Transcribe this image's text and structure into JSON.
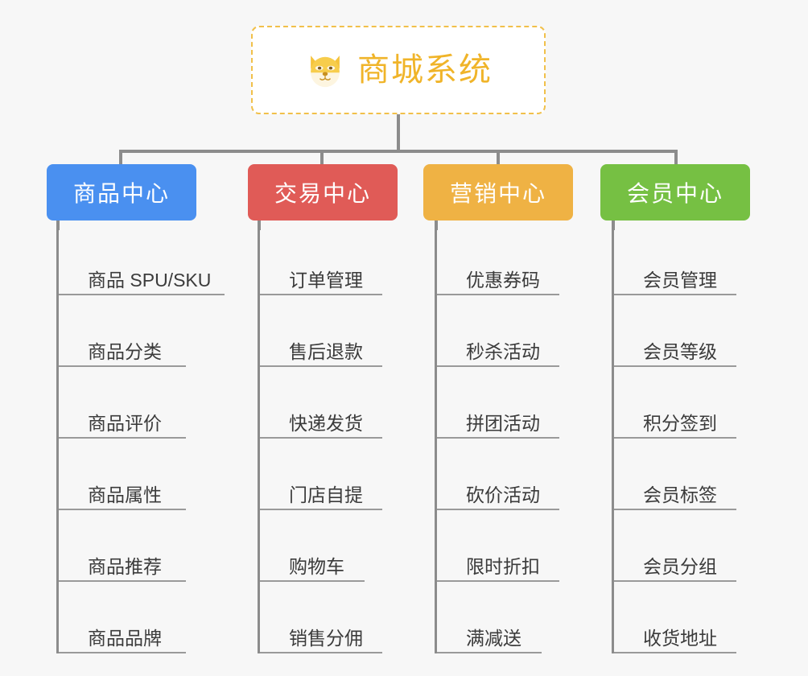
{
  "page": {
    "background_color": "#f7f7f7",
    "line_color": "#8c8c8c",
    "underline_color": "#9a9a9a"
  },
  "root": {
    "title": "商城系统",
    "icon": "shiba-dog-icon",
    "text_color": "#f0b429",
    "border_color": "#f1c04a",
    "background_color": "#ffffff"
  },
  "branches": [
    {
      "label": "商品中心",
      "color": "#4a90f0",
      "items": [
        "商品 SPU/SKU",
        "商品分类",
        "商品评价",
        "商品属性",
        "商品推荐",
        "商品品牌"
      ]
    },
    {
      "label": "交易中心",
      "color": "#e05b57",
      "items": [
        "订单管理",
        "售后退款",
        "快递发货",
        "门店自提",
        "购物车",
        "销售分佣"
      ]
    },
    {
      "label": "营销中心",
      "color": "#efb244",
      "items": [
        "优惠券码",
        "秒杀活动",
        "拼团活动",
        "砍价活动",
        "限时折扣",
        "满减送"
      ]
    },
    {
      "label": "会员中心",
      "color": "#76c043",
      "items": [
        "会员管理",
        "会员等级",
        "积分签到",
        "会员标签",
        "会员分组",
        "收货地址"
      ]
    }
  ]
}
